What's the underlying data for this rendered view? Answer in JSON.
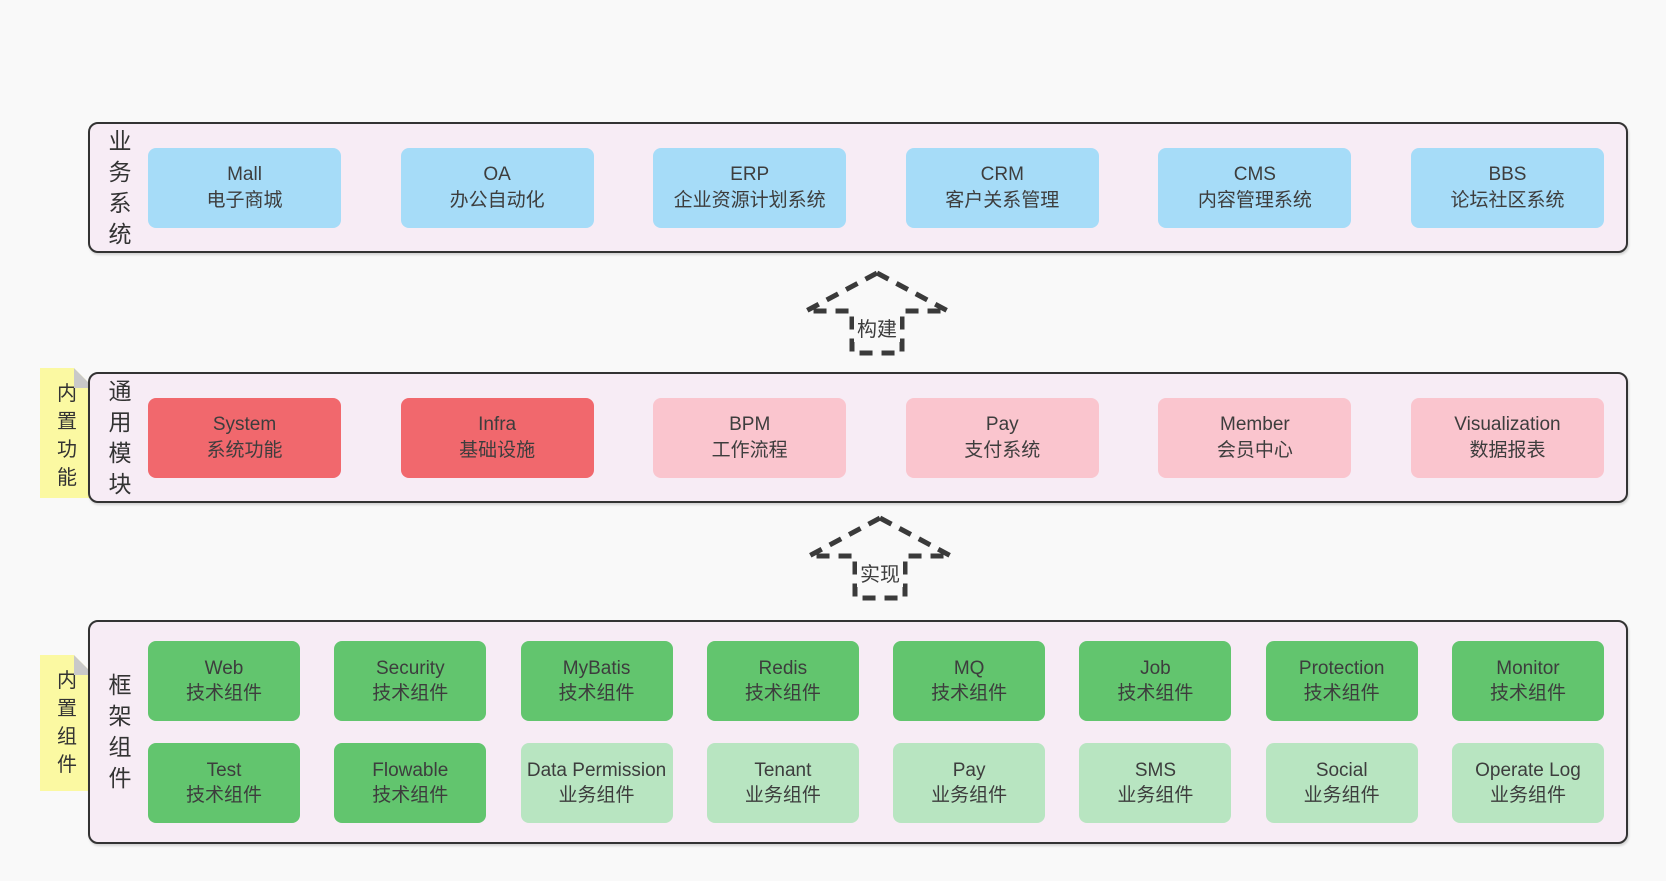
{
  "diagram": {
    "title": "",
    "colors": {
      "page_bg": "#f9f9f9",
      "band_bg": "#f7ecf5",
      "band_border": "#333333",
      "box_blue": "#a6dcf8",
      "box_red": "#f1686d",
      "box_pink": "#fac5ce",
      "box_green": "#62c56e",
      "box_lightgreen": "#b8e5c1",
      "sticky_yellow": "#fbf9a2",
      "sticky_fold": "#c9c9c9",
      "text": "#3d3d3d"
    },
    "arrows": [
      {
        "label": "构建"
      },
      {
        "label": "实现"
      }
    ],
    "bands": [
      {
        "label": "业务系统",
        "boxes": [
          {
            "en": "Mall",
            "zh": "电子商城"
          },
          {
            "en": "OA",
            "zh": "办公自动化"
          },
          {
            "en": "ERP",
            "zh": "企业资源计划系统"
          },
          {
            "en": "CRM",
            "zh": "客户关系管理"
          },
          {
            "en": "CMS",
            "zh": "内容管理系统"
          },
          {
            "en": "BBS",
            "zh": "论坛社区系统"
          }
        ]
      },
      {
        "label": "通用模块",
        "sticky": "内置功能",
        "boxes": [
          {
            "en": "System",
            "zh": "系统功能"
          },
          {
            "en": "Infra",
            "zh": "基础设施"
          },
          {
            "en": "BPM",
            "zh": "工作流程"
          },
          {
            "en": "Pay",
            "zh": "支付系统"
          },
          {
            "en": "Member",
            "zh": "会员中心"
          },
          {
            "en": "Visualization",
            "zh": "数据报表"
          }
        ]
      },
      {
        "label": "框架组件",
        "sticky": "内置组件",
        "rows": [
          [
            {
              "en": "Web",
              "zh": "技术组件"
            },
            {
              "en": "Security",
              "zh": "技术组件"
            },
            {
              "en": "MyBatis",
              "zh": "技术组件"
            },
            {
              "en": "Redis",
              "zh": "技术组件"
            },
            {
              "en": "MQ",
              "zh": "技术组件"
            },
            {
              "en": "Job",
              "zh": "技术组件"
            },
            {
              "en": "Protection",
              "zh": "技术组件"
            },
            {
              "en": "Monitor",
              "zh": "技术组件"
            }
          ],
          [
            {
              "en": "Test",
              "zh": "技术组件"
            },
            {
              "en": "Flowable",
              "zh": "技术组件"
            },
            {
              "en": "Data Permission",
              "zh": "业务组件"
            },
            {
              "en": "Tenant",
              "zh": "业务组件"
            },
            {
              "en": "Pay",
              "zh": "业务组件"
            },
            {
              "en": "SMS",
              "zh": "业务组件"
            },
            {
              "en": "Social",
              "zh": "业务组件"
            },
            {
              "en": "Operate Log",
              "zh": "业务组件"
            }
          ]
        ]
      }
    ]
  }
}
